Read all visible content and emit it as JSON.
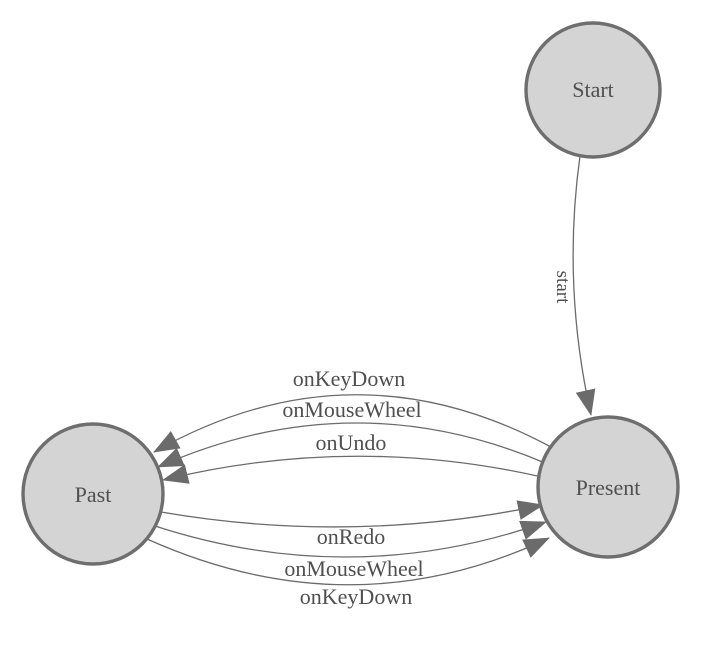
{
  "diagram": {
    "kind": "state-machine-diagram",
    "nodes": [
      {
        "id": "start",
        "label": "Start"
      },
      {
        "id": "past",
        "label": "Past"
      },
      {
        "id": "present",
        "label": "Present"
      }
    ],
    "edges": [
      {
        "from": "start",
        "to": "present",
        "label": "start"
      },
      {
        "from": "present",
        "to": "past",
        "label": "onKeyDown"
      },
      {
        "from": "present",
        "to": "past",
        "label": "onMouseWheel"
      },
      {
        "from": "present",
        "to": "past",
        "label": "onUndo"
      },
      {
        "from": "past",
        "to": "present",
        "label": "onRedo"
      },
      {
        "from": "past",
        "to": "present",
        "label": "onMouseWheel"
      },
      {
        "from": "past",
        "to": "present",
        "label": "onKeyDown"
      }
    ],
    "colors": {
      "background": "#ffffff",
      "node_fill": "#d4d4d4",
      "node_border": "#6e6e6e",
      "edge": "#6b6b6b",
      "arrowhead": "#6b6b6b",
      "text": "#4f4f4f"
    }
  }
}
